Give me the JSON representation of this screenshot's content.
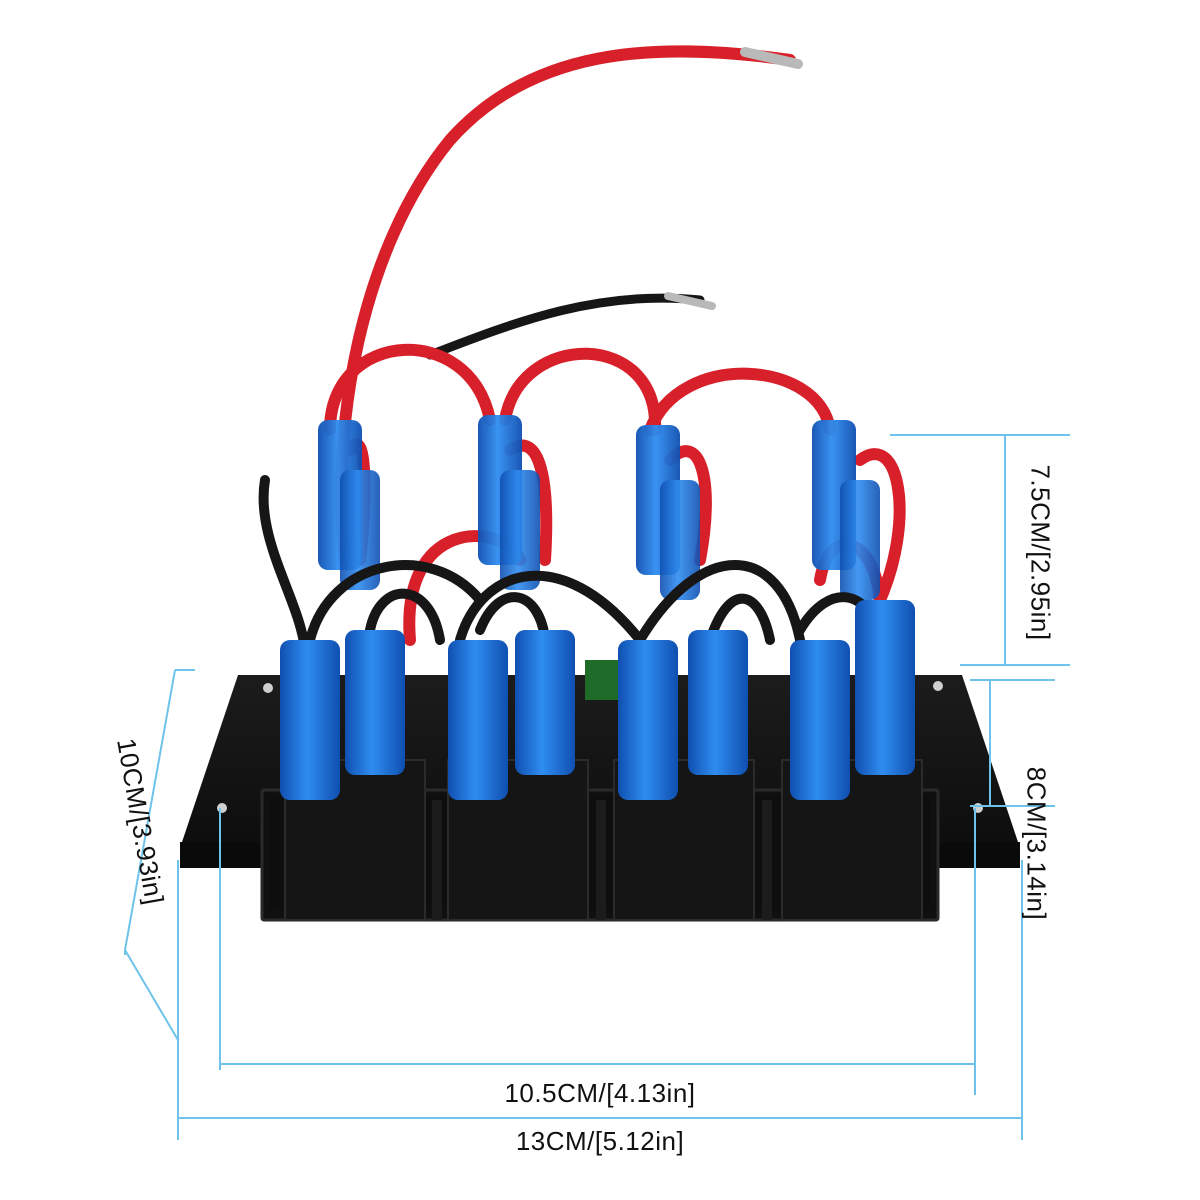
{
  "dimensions": {
    "plate_inner_width": "10.5CM/[4.13in]",
    "plate_outer_width": "13CM/[5.12in]",
    "plate_height": "10CM/[3.93in]",
    "inner_height": "8CM/[3.14in]",
    "switch_depth": "7.5CM/[2.95in]"
  },
  "colors": {
    "dimension_line": "#6fc3ea",
    "plate": "#141414",
    "terminal": "#1f6fd6",
    "red_wire": "#d8202a",
    "black_wire": "#161616"
  }
}
